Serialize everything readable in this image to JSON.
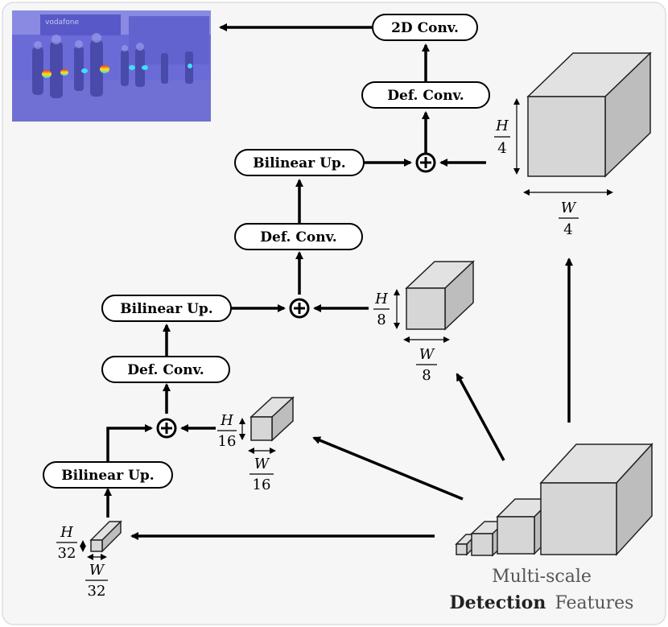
{
  "nodes": {
    "conv2d": "2D Conv.",
    "defconv_top": "Def. Conv.",
    "bilinear_top": "Bilinear Up.",
    "defconv_mid": "Def. Conv.",
    "bilinear_mid": "Bilinear Up.",
    "defconv_low": "Def. Conv.",
    "bilinear_low": "Bilinear Up."
  },
  "dims": {
    "h4": {
      "var": "H",
      "den": "4"
    },
    "w4": {
      "var": "W",
      "den": "4"
    },
    "h8": {
      "var": "H",
      "den": "8"
    },
    "w8": {
      "var": "W",
      "den": "8"
    },
    "h16": {
      "var": "H",
      "den": "16"
    },
    "w16": {
      "var": "W",
      "den": "16"
    },
    "h32": {
      "var": "H",
      "den": "32"
    },
    "w32": {
      "var": "W",
      "den": "32"
    }
  },
  "caption": {
    "line1": "Multi-scale",
    "line2_bold": "Detection",
    "line2_rest": "Features"
  },
  "photo": {
    "brand_text": "vodafone"
  },
  "colors": {
    "panel_bg": "#f6f6f6",
    "box_fill": "#d6d6d6",
    "box_stroke": "#222222",
    "arrow": "#000000",
    "photo_tint": "#6b6bd8"
  }
}
